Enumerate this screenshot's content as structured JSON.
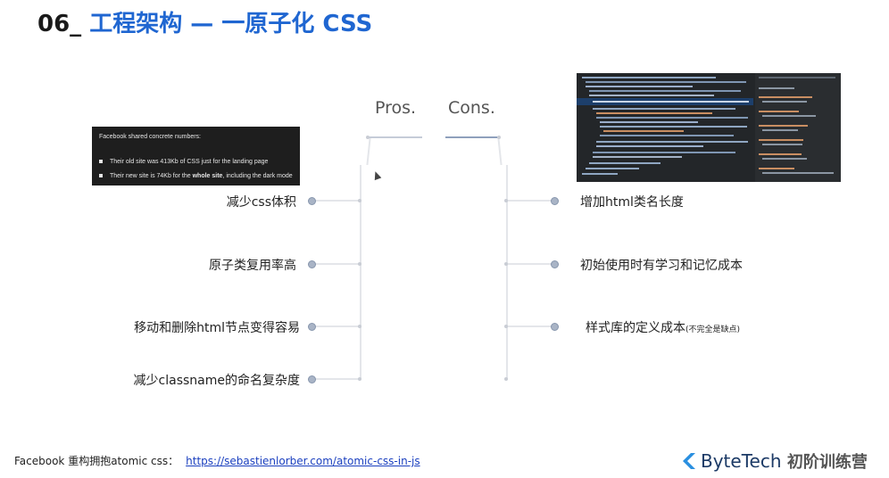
{
  "title": {
    "number": "06_",
    "text": "工程架构 — 一原子化 CSS"
  },
  "tabs": {
    "pros": "Pros.",
    "cons": "Cons."
  },
  "facebook_panel": {
    "heading": "Facebook shared concrete numbers:",
    "item1": "Their old site was 413Kb of CSS just for the landing page",
    "item2_before": "Their new site is 74Kb for the ",
    "item2_bold": "whole site",
    "item2_after": ", including the dark mode"
  },
  "pros": [
    "减少css体积",
    "原子类复用率高",
    "移动和删除html节点变得容易",
    "减少classname的命名复杂度"
  ],
  "cons": [
    "增加html类名长度",
    "初始使用时有学习和记忆成本",
    "样式库的定义成本"
  ],
  "cons_note": "(不完全是缺点)",
  "footer": {
    "text": "Facebook 重构拥抱atomic css：",
    "link": "https://sebastienlorber.com/atomic-css-in-js"
  },
  "brand": {
    "name": "ByteTech",
    "sub": "初阶训练营"
  },
  "colors": {
    "accent": "#1f66d1",
    "dot": "#a9b4c6",
    "line": "#e4e6ea"
  }
}
